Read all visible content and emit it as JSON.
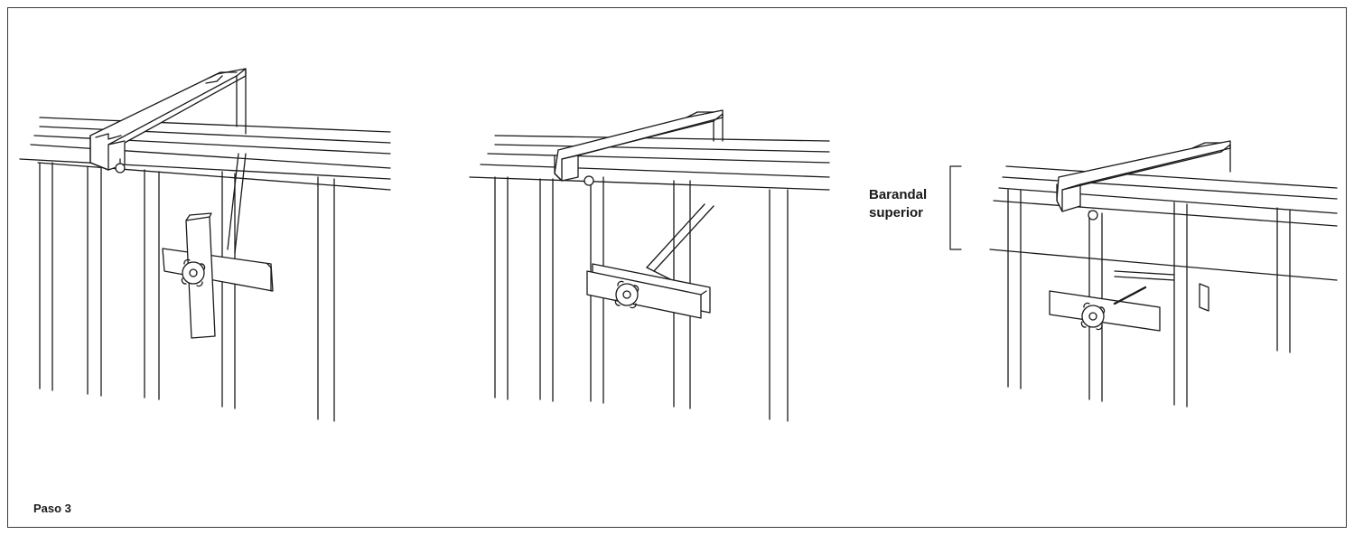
{
  "callout": {
    "line1": "Barandal",
    "line2": "superior"
  },
  "step_label": "Paso 3",
  "colors": {
    "line": "#1a1a1a",
    "background": "#ffffff",
    "border": "#3a3a3a"
  }
}
